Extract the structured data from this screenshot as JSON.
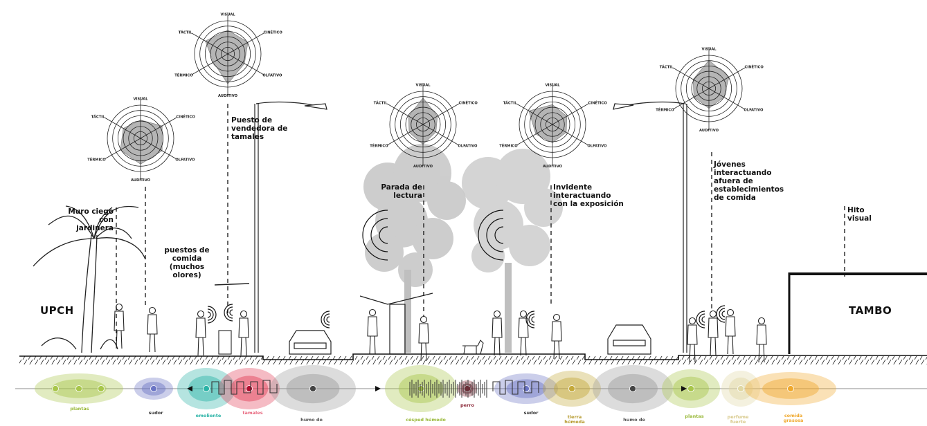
{
  "places": {
    "left": "UPCH",
    "right": "TAMBO"
  },
  "axes": [
    "VISUAL",
    "CINÉTICO",
    "OLFATIVO",
    "AUDITIVO",
    "TÉRMICO",
    "TÁCTIL"
  ],
  "annotations": [
    "Muro ciego\ncon jardinera",
    "puestos de\ncomida\n(muchos\nolores)",
    "Puesto de\nvendedora de\ntamales",
    "Parada de\nlectura",
    "Invidente\ninteractuando\ncon la exposición",
    "Jóvenes\ninteractuando\nafuera de\nestablecimientos\nde comida",
    "Hito\nvisual"
  ],
  "radar_charts": [
    {
      "values": [
        0.55,
        0.75,
        0.75,
        0.78,
        0.7,
        0.6
      ]
    },
    {
      "values": [
        0.72,
        0.7,
        0.58,
        0.9,
        0.5,
        0.78
      ]
    },
    {
      "values": [
        0.8,
        0.5,
        0.45,
        0.6,
        0.48,
        0.5
      ]
    },
    {
      "values": [
        0.6,
        0.5,
        0.48,
        0.55,
        0.58,
        0.82
      ]
    },
    {
      "values": [
        0.85,
        0.7,
        0.52,
        0.6,
        0.52,
        0.55
      ]
    }
  ],
  "sensory_strip": [
    {
      "label": "plantas",
      "color": "#a8c64b"
    },
    {
      "label": "sudor",
      "color": "#6a74c4"
    },
    {
      "label": "emoliente",
      "color": "#2ab3a6"
    },
    {
      "label": "tamales",
      "color": "#e23b55"
    },
    {
      "label": "humo de",
      "color": "#9a9a9a"
    },
    {
      "label": "césped húmedo",
      "color": "#a8c64b"
    },
    {
      "label": "perro",
      "color": "#8c2a3a"
    },
    {
      "label": "sudor",
      "color": "#6a74c4"
    },
    {
      "label": "tierra\nhúmeda",
      "color": "#c4a93a"
    },
    {
      "label": "humo de",
      "color": "#9a9a9a"
    },
    {
      "label": "plantas",
      "color": "#a8c64b"
    },
    {
      "label": "perfume\nfuerte",
      "color": "#e0d8a4"
    },
    {
      "label": "comida\ngrasosa",
      "color": "#f0a92e"
    }
  ]
}
